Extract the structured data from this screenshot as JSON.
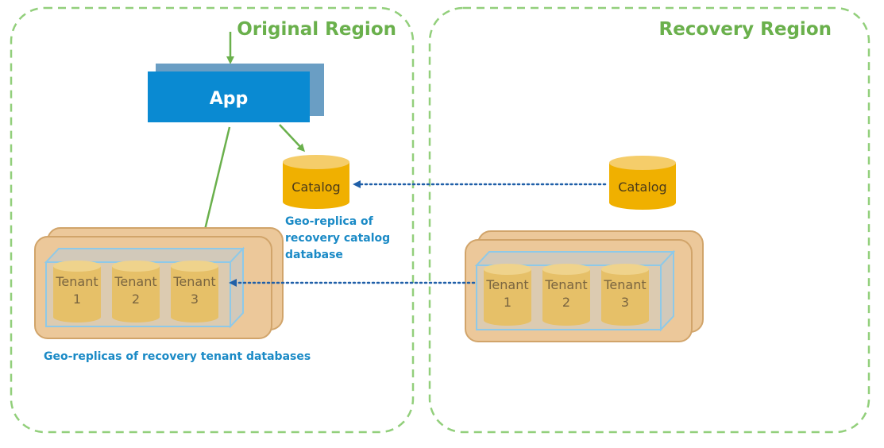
{
  "regions": {
    "original": {
      "title": "Original Region"
    },
    "recovery": {
      "title": "Recovery Region"
    }
  },
  "app": {
    "label": "App"
  },
  "catalogs": {
    "original": {
      "label": "Catalog"
    },
    "recovery": {
      "label": "Catalog"
    }
  },
  "captions": {
    "catalog_replica": [
      "Geo-replica of",
      "recovery catalog",
      "database"
    ],
    "tenant_replicas": "Geo-replicas of recovery tenant databases"
  },
  "tenants": {
    "original": [
      {
        "name": "Tenant",
        "number": "1"
      },
      {
        "name": "Tenant",
        "number": "2"
      },
      {
        "name": "Tenant",
        "number": "3"
      }
    ],
    "recovery": [
      {
        "name": "Tenant",
        "number": "1"
      },
      {
        "name": "Tenant",
        "number": "2"
      },
      {
        "name": "Tenant",
        "number": "3"
      }
    ]
  },
  "colors": {
    "region_border": "#92cf7b",
    "arrow_green": "#6ab04c",
    "replication_arrow": "#1f5fa8",
    "app_front": "#0a8ad2",
    "app_back": "#6a9ec4",
    "catalog_fill": "#f0b000",
    "tenant_fill": "#e6c068",
    "pool_fill": "#ecc89a"
  }
}
